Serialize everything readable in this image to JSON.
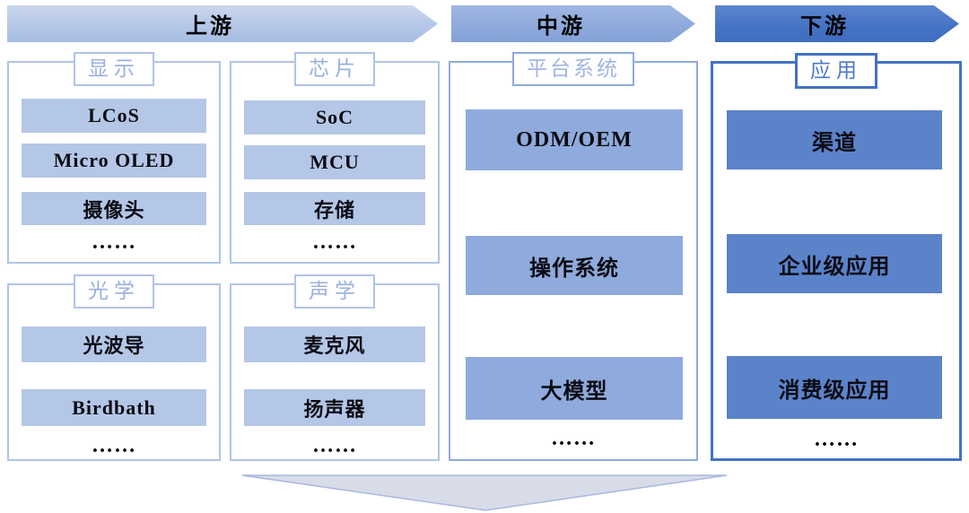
{
  "diagram": {
    "stages": [
      {
        "id": "upstream",
        "label": "上游"
      },
      {
        "id": "midstream",
        "label": "中游"
      },
      {
        "id": "downstream",
        "label": "下游"
      }
    ],
    "groups": {
      "display": {
        "title": "显示",
        "items": [
          "LCoS",
          "Micro OLED",
          "摄像头"
        ],
        "more": "……"
      },
      "chip": {
        "title": "芯片",
        "items": [
          "SoC",
          "MCU",
          "存储"
        ],
        "more": "……"
      },
      "optics": {
        "title": "光学",
        "items": [
          "光波导",
          "Birdbath"
        ],
        "more": "……"
      },
      "acoustics": {
        "title": "声学",
        "items": [
          "麦克风",
          "扬声器"
        ],
        "more": "……"
      },
      "platform": {
        "title": "平台系统",
        "items": [
          "ODM/OEM",
          "操作系统",
          "大模型"
        ],
        "more": "……"
      },
      "application": {
        "title": "应用",
        "items": [
          "渠道",
          "企业级应用",
          "消费级应用"
        ],
        "more": "……"
      }
    },
    "colors": {
      "upstream_fill": "#b4c7e7",
      "upstream_border": "#b0c4e8",
      "midstream_fill": "#8faadc",
      "midstream_border": "#8fabdc",
      "downstream_fill": "#5b83ca",
      "downstream_border": "#4472c4",
      "funnel_fill": "#d8dce8",
      "funnel_stroke": "#a9b8e0"
    }
  }
}
